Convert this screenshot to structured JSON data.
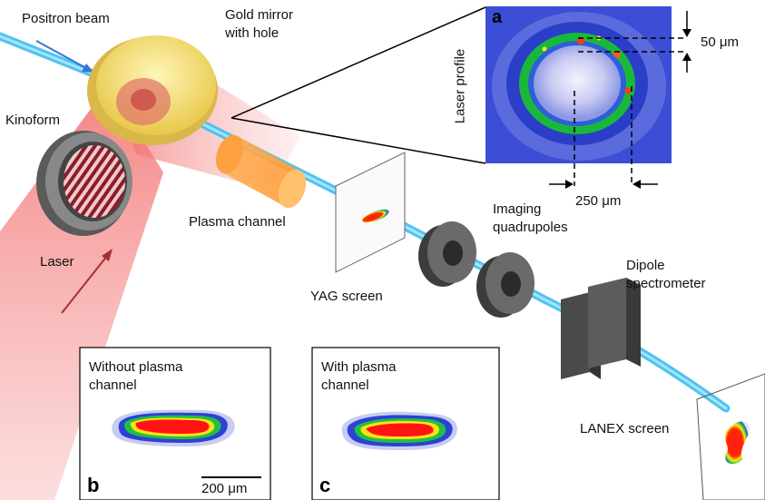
{
  "labels": {
    "positron_beam": "Positron beam",
    "gold_mirror_line1": "Gold mirror",
    "gold_mirror_line2": "with hole",
    "kinoform": "Kinoform",
    "laser": "Laser",
    "plasma_channel": "Plasma channel",
    "yag_screen": "YAG screen",
    "imaging_line1": "Imaging",
    "imaging_line2": "quadrupoles",
    "dipole_line1": "Dipole",
    "dipole_line2": "spectrometer",
    "lanex_screen": "LANEX screen",
    "laser_profile": "Laser profile",
    "dim_50": "50 μm",
    "dim_250": "250 μm",
    "panel_b_line1": "Without plasma",
    "panel_b_line2": "channel",
    "panel_c_line1": "With plasma",
    "panel_c_line2": "channel",
    "scale_bar": "200 μm"
  },
  "panel_letters": {
    "a": "a",
    "b": "b",
    "c": "c"
  },
  "colors": {
    "beam": "#4fc3f0",
    "laser": "#f28b8b",
    "gold": "#f5e27a",
    "plasma": "#ffab4a",
    "quadrupole": "#555555",
    "dipole": "#5a5a5a",
    "profile_bg": "#3d4fd6"
  }
}
